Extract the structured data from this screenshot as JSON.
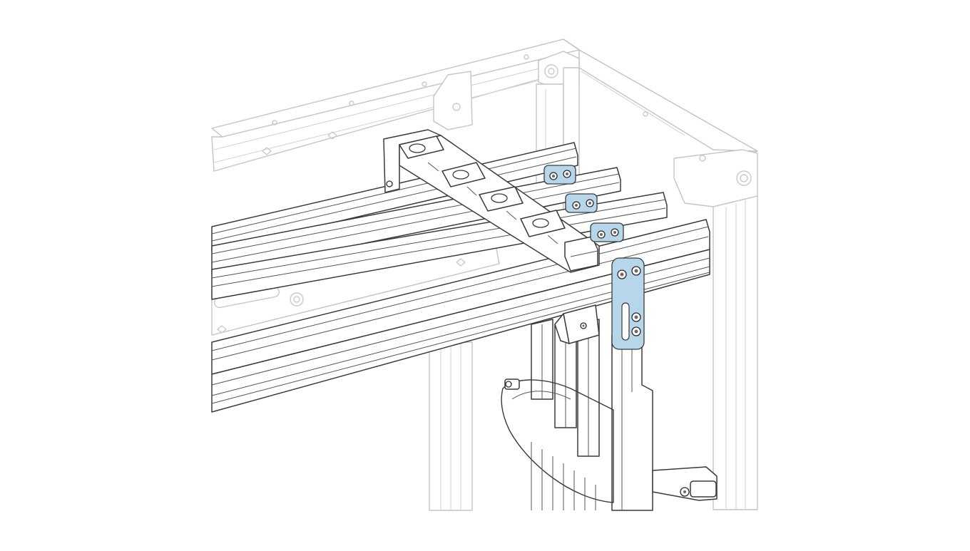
{
  "illustration": {
    "subject": "busbar-support-assembly",
    "colors": {
      "background": "#ffffff",
      "frame_outline": "#c9c9c9",
      "part_outline": "#3a3a3a",
      "highlight": "#b8d6ea",
      "highlight_outline": "#3a3a3a"
    },
    "highlighted_parts": [
      "connection-plate-1",
      "connection-plate-2",
      "connection-plate-3",
      "vertical-link-plate"
    ]
  }
}
